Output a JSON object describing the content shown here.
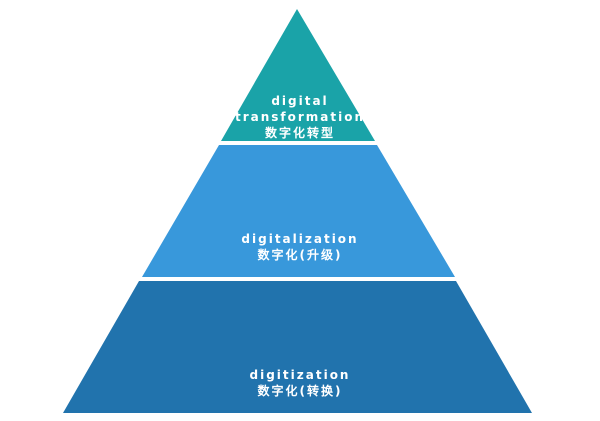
{
  "colors": {
    "top": "#1aa3a8",
    "middle": "#3898db",
    "bottom": "#2173ad"
  },
  "layers": [
    {
      "lines": [
        "digital",
        "transformation",
        "数字化转型"
      ]
    },
    {
      "lines": [
        "digitalization",
        "数字化(升级)"
      ]
    },
    {
      "lines": [
        "digitization",
        "数字化(转换)"
      ]
    }
  ]
}
